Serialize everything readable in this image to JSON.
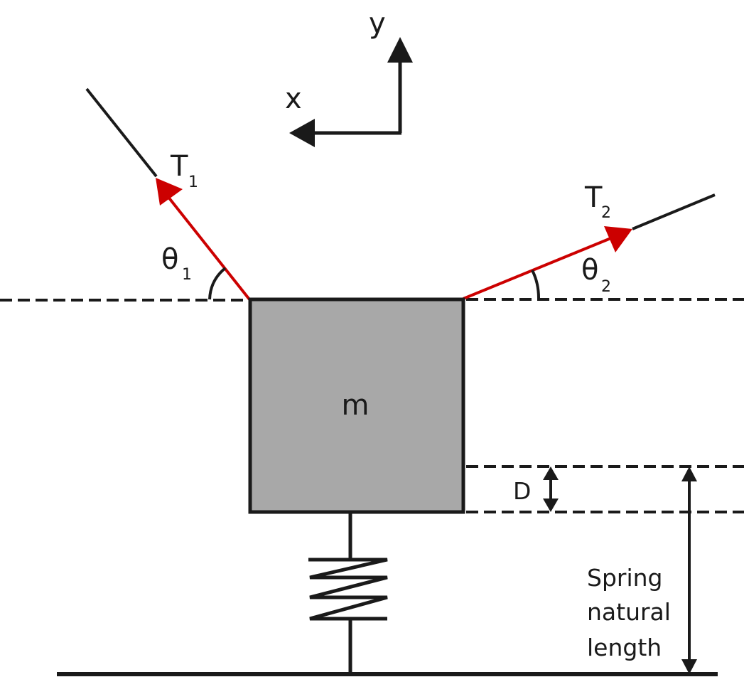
{
  "diagram": {
    "title": "Mass suspended by two strings and a spring",
    "colors": {
      "line": "#1a1a1a",
      "tension": "#cc0000",
      "mass_fill": "#a8a8a8",
      "background": "#ffffff"
    },
    "axes": {
      "x_label": "x",
      "y_label": "y"
    },
    "mass": {
      "label": "m"
    },
    "tension1": {
      "symbol": "T",
      "subscript": "1"
    },
    "tension2": {
      "symbol": "T",
      "subscript": "2"
    },
    "angle1": {
      "symbol": "θ",
      "subscript": "1"
    },
    "angle2": {
      "symbol": "θ",
      "subscript": "2"
    },
    "displacement": {
      "label": "D"
    },
    "spring_length": {
      "lines": [
        "Spring",
        "natural",
        "length"
      ]
    }
  }
}
